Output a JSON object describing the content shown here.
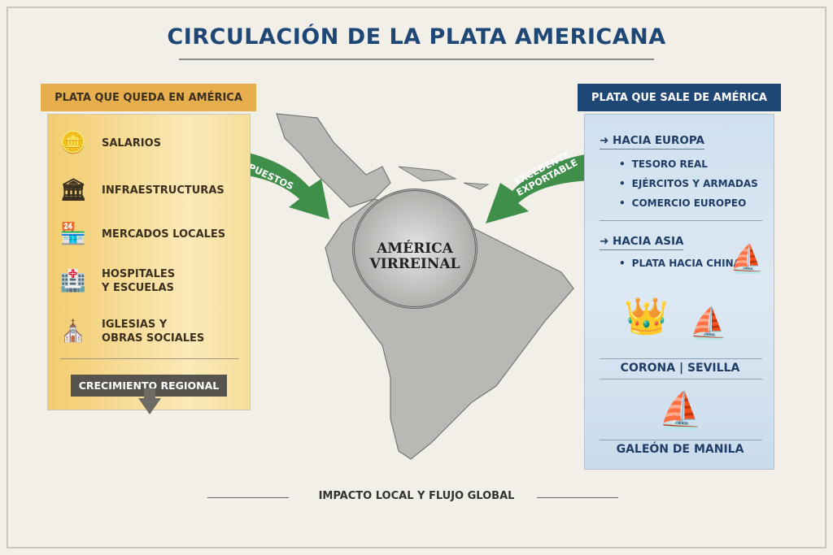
{
  "title": "CIRCULACIÓN DE LA PLATA AMERICANA",
  "left": {
    "header": "PLATA QUE QUEDA EN AMÉRICA",
    "items": [
      {
        "icon": "coins-hand-icon",
        "line1": "SALARIOS",
        "line2": ""
      },
      {
        "icon": "infrastructure-icon",
        "line1": "INFRAESTRUCTURAS",
        "line2": ""
      },
      {
        "icon": "market-icon",
        "line1": "MERCADOS LOCALES",
        "line2": ""
      },
      {
        "icon": "hospital-icon",
        "line1": "HOSPITALES",
        "line2": "Y ESCUELAS"
      },
      {
        "icon": "church-icon",
        "line1": "IGLESIAS Y",
        "line2": "OBRAS SOCIALES"
      }
    ],
    "result": "CRECIMIENTO REGIONAL"
  },
  "center": {
    "coin_line1": "AMÉRICA",
    "coin_line2": "VIRREINAL",
    "arrow_left": "IMPUESTOS",
    "arrow_right_1": "EXCEDENTE",
    "arrow_right_2": "EXPORTABLE"
  },
  "right": {
    "header": "PLATA QUE SALE DE AMÉRICA",
    "europe": {
      "heading": "HACIA EUROPA",
      "items": [
        "TESORO REAL",
        "EJÉRCITOS Y ARMADAS",
        "COMERCIO EUROPEO"
      ]
    },
    "asia": {
      "heading": "HACIA ASIA",
      "items": [
        "PLATA HACIA CHINA"
      ]
    },
    "caption1": "CORONA  |  SEVILLA",
    "caption2": "GALEÓN DE MANILA"
  },
  "footer": "IMPACTO LOCAL Y FLUJO GLOBAL",
  "colors": {
    "navy": "#1f4775",
    "gold": "#e6ae4c",
    "green": "#3f8f4a"
  }
}
